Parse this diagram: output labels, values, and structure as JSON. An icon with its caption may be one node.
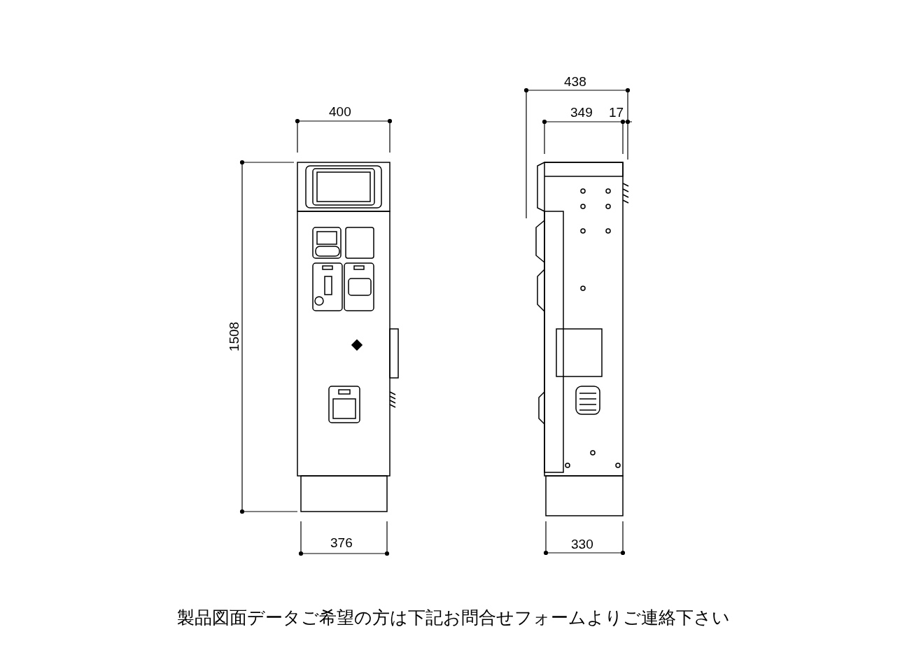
{
  "diagram": {
    "caption": "製品図面データご希望の方は下記お問合せフォームよりご連絡下さい",
    "labels": [
      "400",
      "1508",
      "376",
      "438",
      "349",
      "17",
      "330"
    ]
  }
}
